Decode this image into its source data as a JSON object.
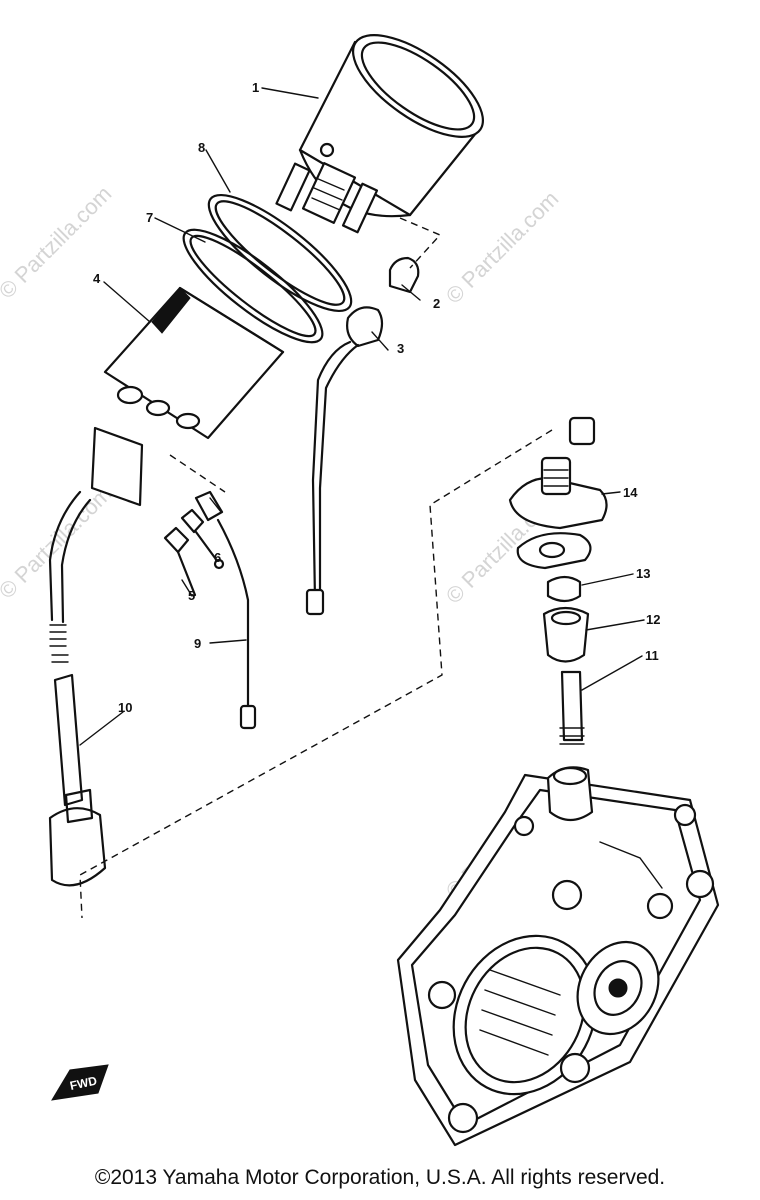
{
  "watermark": "© Partzilla.com",
  "copyright": "©2013 Yamaha Motor Corporation, U.S.A. All rights reserved.",
  "fwd_mark": "FWD",
  "callouts": [
    "1",
    "2",
    "3",
    "4",
    "5",
    "6",
    "7",
    "8",
    "9",
    "10",
    "11",
    "12",
    "13",
    "14"
  ]
}
